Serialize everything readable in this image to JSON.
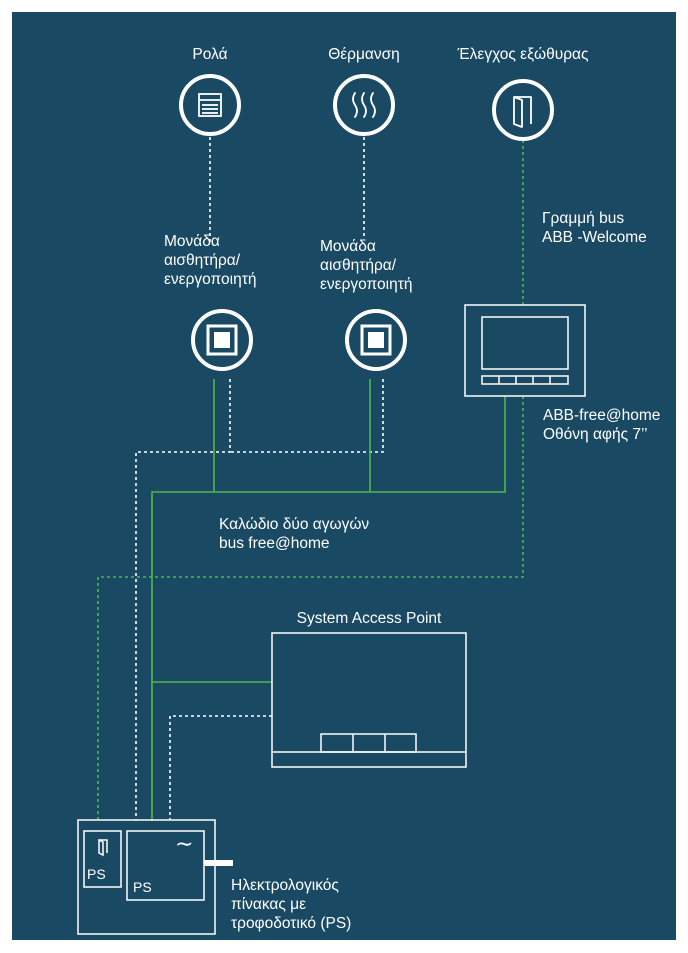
{
  "diagram": {
    "background_color": "#1a4a63",
    "line_colors": {
      "bus_free_at_home": "#4fb848",
      "bus_welcome": "#4fb848",
      "control": "#ffffff"
    },
    "devices_top": [
      {
        "label": "Ρολά",
        "icon": "blind-icon"
      },
      {
        "label": "Θέρμανση",
        "icon": "heating-icon"
      },
      {
        "label": "Έλεγχος εξώθυρας",
        "icon": "door-icon"
      }
    ],
    "actuators": [
      {
        "label_lines": [
          "Μονάδα",
          "αισθητήρα/",
          "ενεργοποιητή"
        ]
      },
      {
        "label_lines": [
          "Μονάδα",
          "αισθητήρα/",
          "ενεργοποιητή"
        ]
      }
    ],
    "welcome_bus_label": [
      "Γραμμή bus",
      "ABB -Welcome"
    ],
    "touch_panel_label": [
      "ABB-free@home",
      "Οθόνη αφής 7’’"
    ],
    "bus_label": [
      "Καλώδιο δύο αγωγών",
      "bus free@home"
    ],
    "system_access_point": "System Access Point",
    "power_supply": {
      "small_label": "PS",
      "main_label": "PS",
      "sine_symbol": "∼",
      "panel_label": [
        "Ηλεκτρολογικός",
        "πίνακας με",
        "τροφοδοτικό (PS)"
      ]
    }
  }
}
